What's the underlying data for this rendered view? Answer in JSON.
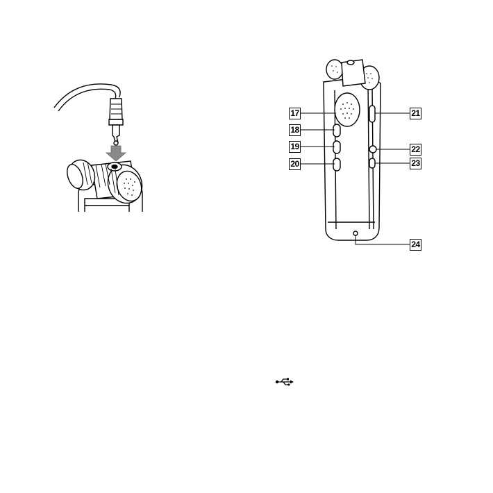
{
  "callouts": [
    {
      "id": "c17",
      "label": "17"
    },
    {
      "id": "c18",
      "label": "18"
    },
    {
      "id": "c19",
      "label": "19"
    },
    {
      "id": "c20",
      "label": "20"
    },
    {
      "id": "c21",
      "label": "21"
    },
    {
      "id": "c22",
      "label": "22"
    },
    {
      "id": "c23",
      "label": "23"
    },
    {
      "id": "c24",
      "label": "24"
    }
  ],
  "usb_symbol": "usb-icon",
  "colors": {
    "line": "#000000",
    "arrow": "#8a8a8a",
    "screen": "#d8d8d8"
  }
}
